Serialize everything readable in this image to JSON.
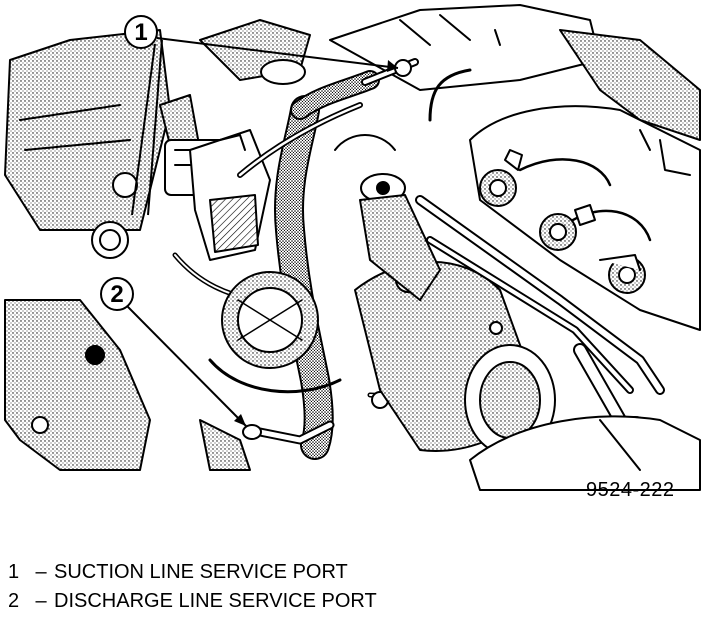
{
  "figure": {
    "id": "9524-222",
    "callouts": [
      {
        "number": "1",
        "label": "SUCTION LINE SERVICE PORT"
      },
      {
        "number": "2",
        "label": "DISCHARGE LINE SERVICE PORT"
      }
    ],
    "separator": "–"
  },
  "colors": {
    "ink": "#000000",
    "paper": "#ffffff",
    "shade": "#777777"
  }
}
